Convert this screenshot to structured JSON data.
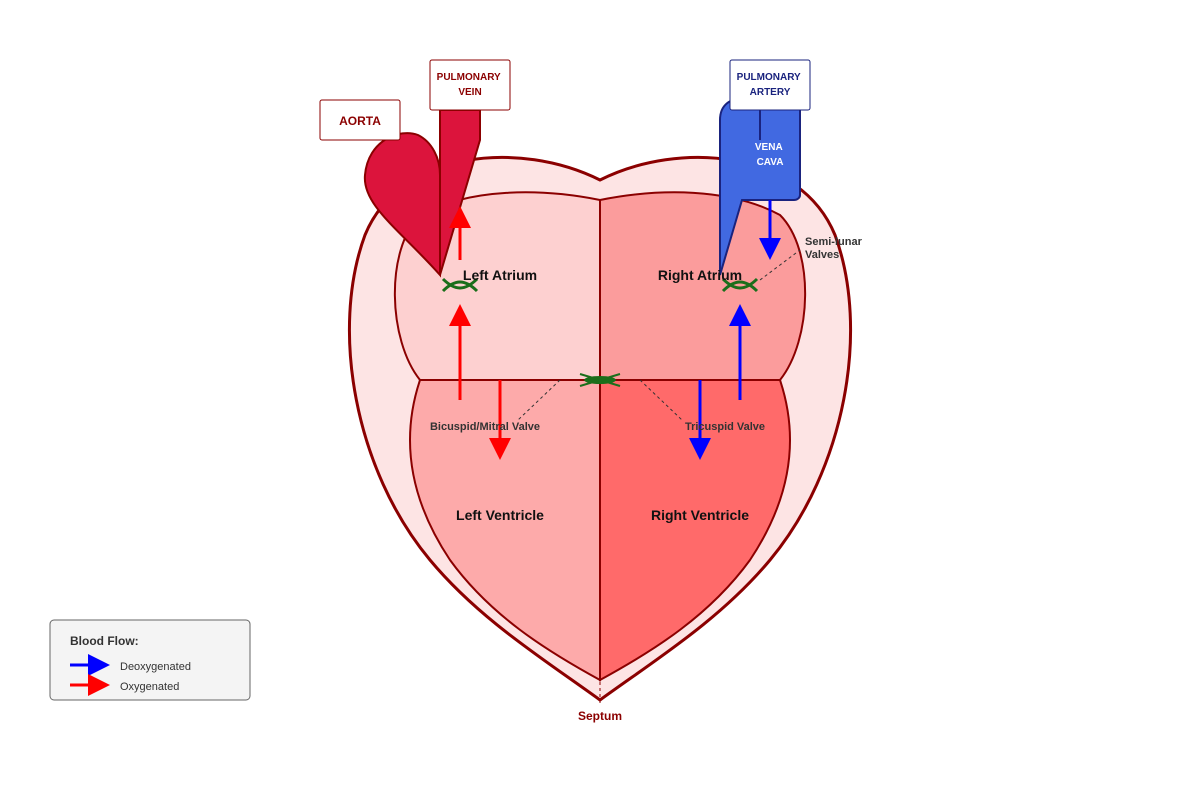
{
  "colors": {
    "heart_outline": "#8b0000",
    "outer": "#fde4e4",
    "left_atrium": "#fdd0d0",
    "right_atrium": "#fb9c9c",
    "left_ventricle": "#fdaaaa",
    "right_ventricle": "#ff6a6a",
    "aorta": "#dc143c",
    "vena_cava": "#4169e1",
    "oxygenated": "#ff0000",
    "deoxygenated": "#0000ff",
    "valve": "#1b6e1b"
  },
  "chambers": {
    "left_atrium": "Left Atrium",
    "right_atrium": "Right Atrium",
    "left_ventricle": "Left Ventricle",
    "right_ventricle": "Right Ventricle"
  },
  "vessels": {
    "aorta": "AORTA",
    "pulmonary_vein": [
      "PULMONARY",
      "VEIN"
    ],
    "pulmonary_artery": [
      "PULMONARY",
      "ARTERY"
    ],
    "vena_cava": [
      "VENA",
      "CAVA"
    ]
  },
  "valves": {
    "mitral": "Bicuspid/Mitral Valve",
    "tricuspid": "Tricuspid Valve",
    "semilunar": [
      "Semi-lunar",
      "Valves"
    ]
  },
  "septum": "Septum",
  "legend": {
    "title": "Blood Flow:",
    "deoxygenated": "Deoxygenated",
    "oxygenated": "Oxygenated"
  }
}
